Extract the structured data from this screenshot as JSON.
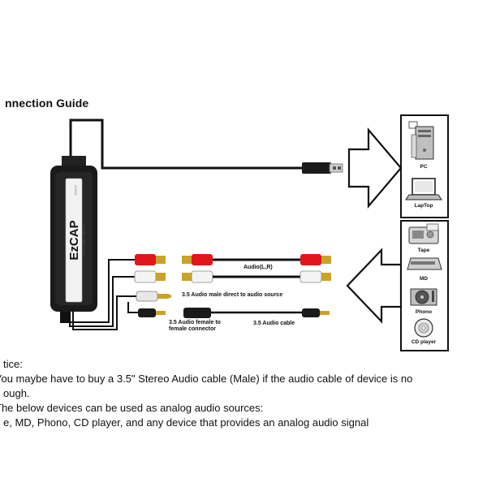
{
  "title": "nnection Guide",
  "device": {
    "brand": "EzCAP",
    "subtitle": "USB Audio Capture",
    "side_text": "AUDIO"
  },
  "computers": [
    {
      "label": "PC",
      "icon": "pc-tower-icon"
    },
    {
      "label": "LapTop",
      "icon": "laptop-icon"
    }
  ],
  "audio_sources": [
    {
      "label": "Tape",
      "icon": "tape-deck-icon"
    },
    {
      "label": "MD",
      "icon": "md-player-icon"
    },
    {
      "label": "Phono",
      "icon": "phono-turntable-icon"
    },
    {
      "label": "CD player",
      "icon": "cd-player-icon"
    }
  ],
  "cables": {
    "rca": "Audio(L,R)",
    "male_direct": "3.5 Audio male direct to audio source",
    "female_line1": "3.5 Audio female to",
    "female_line2": "female connector",
    "audio_cable": "3.5 Audio cable"
  },
  "notice": {
    "heading": "tice:",
    "line1": "You maybe have to buy a 3.5\" Stereo Audio cable (Male) if the audio cable of device is no",
    "line2": "ough.",
    "line3": "The below devices can be used as analog audio sources:",
    "line4": "e, MD, Phono, CD player, and any device that provides an analog audio signal"
  },
  "colors": {
    "rca_red": "#e0161b",
    "rca_white": "#f4f4f4",
    "plug_gold": "#c9a227",
    "device_body": "#1a1a1a"
  }
}
